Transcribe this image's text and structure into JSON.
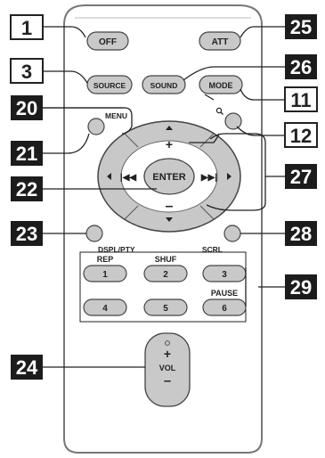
{
  "remote": {
    "buttons": {
      "off": "OFF",
      "att": "ATT",
      "source": "SOURCE",
      "sound": "SOUND",
      "mode": "MODE",
      "menu": "MENU",
      "enter": "ENTER",
      "plus": "+",
      "minus": "–",
      "prev": "|◀◀",
      "next": "▶▶|",
      "dspl_pty": "DSPL/PTY",
      "scrl": "SCRL",
      "vol": "VOL",
      "vol_plus": "+",
      "vol_minus": "–"
    },
    "number_keys": [
      {
        "num": "1",
        "label": "REP"
      },
      {
        "num": "2",
        "label": "SHUF"
      },
      {
        "num": "3",
        "label": ""
      },
      {
        "num": "4",
        "label": ""
      },
      {
        "num": "5",
        "label": ""
      },
      {
        "num": "6",
        "label": "PAUSE"
      }
    ]
  },
  "callouts": {
    "c1": "1",
    "c3": "3",
    "c20": "20",
    "c21": "21",
    "c22": "22",
    "c23": "23",
    "c24": "24",
    "c25": "25",
    "c26": "26",
    "c11": "11",
    "c12": "12",
    "c27": "27",
    "c28": "28",
    "c29": "29"
  },
  "colors": {
    "button_fill": "#c9c9c9",
    "ring_fill": "#c8c8c8",
    "body_stroke": "#777777",
    "dark_callout": "#1c1c1c"
  }
}
